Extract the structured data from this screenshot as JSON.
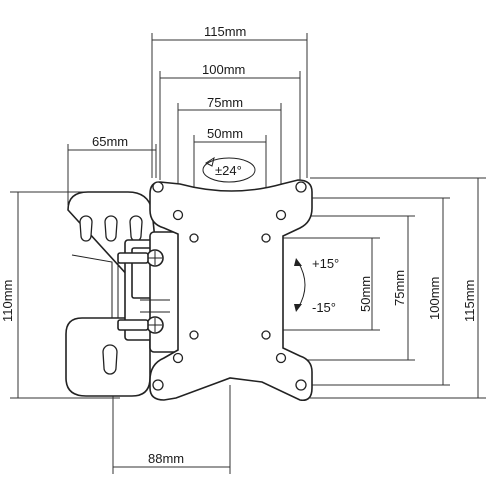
{
  "dimensions": {
    "top": [
      "115mm",
      "100mm",
      "75mm",
      "50mm"
    ],
    "left_arm": "65mm",
    "rotation": "±24°",
    "left_height": "110mm",
    "bottom": "88mm",
    "tilt_up": "+15°",
    "tilt_down": "-15°",
    "right": [
      "50mm",
      "75mm",
      "100mm",
      "115mm"
    ]
  }
}
